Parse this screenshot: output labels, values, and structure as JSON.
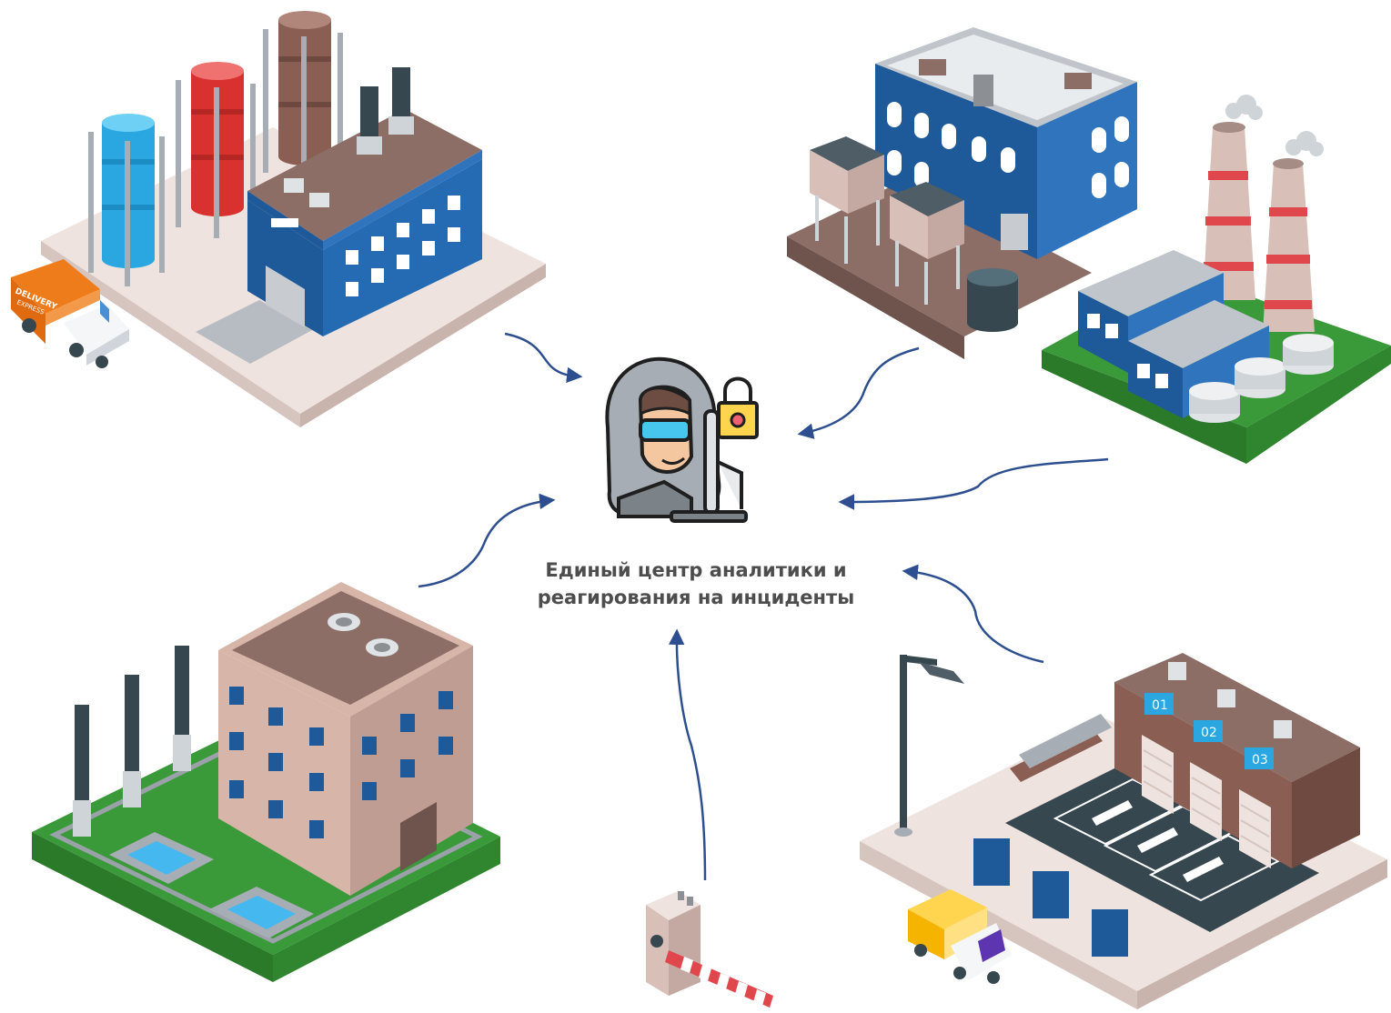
{
  "center": {
    "caption_line1": "Единый центр аналитики и",
    "caption_line2": "реагирования на инциденты"
  },
  "truck_tl": {
    "line1": "DELIVERY",
    "line2": "EXPRESS"
  },
  "warehouse": {
    "door1": "01",
    "door2": "02",
    "door3": "03"
  },
  "colors": {
    "arrow": "#2e4f8f",
    "building_blue": "#1e5a99",
    "roof_brown": "#8c6e66",
    "grass": "#3a9a3a",
    "pink_wall": "#d7b5a9",
    "tank_blue": "#2aa7e1",
    "tank_red": "#d9312f",
    "tank_brown": "#8a5e52"
  }
}
